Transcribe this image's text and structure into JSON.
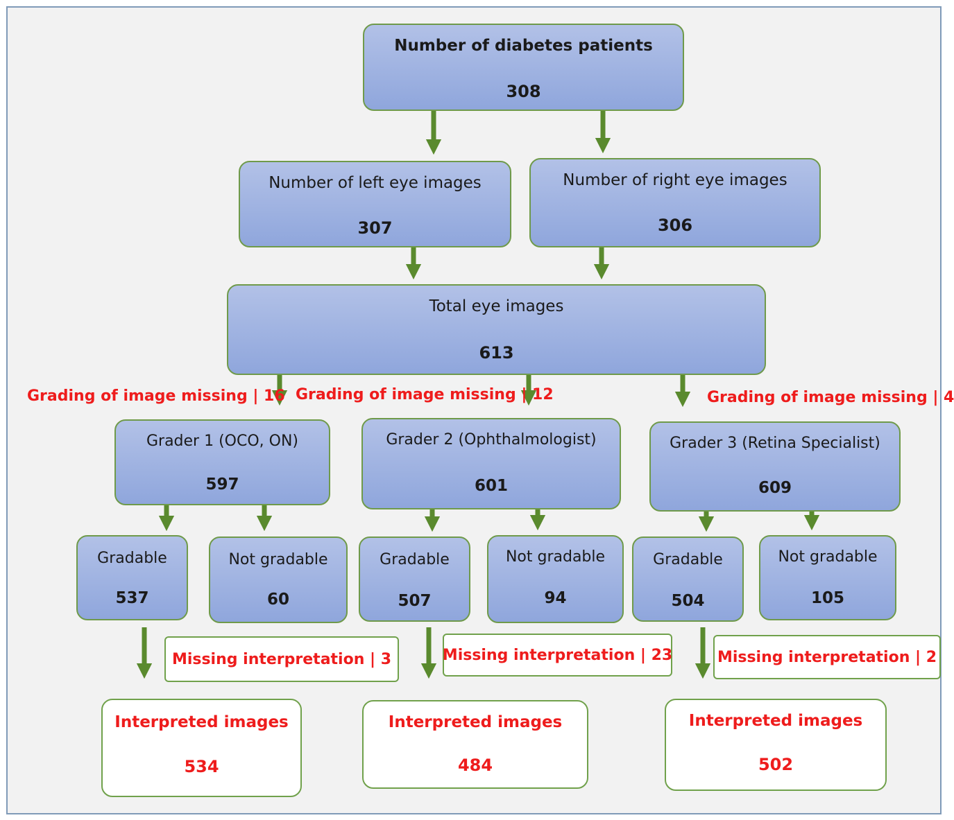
{
  "top": {
    "label": "Number of diabetes patients",
    "value": "308"
  },
  "left_eye": {
    "label": "Number of left eye images",
    "value": "307"
  },
  "right_eye": {
    "label": "Number of right eye images",
    "value": "306"
  },
  "total": {
    "label": "Total eye images",
    "value": "613"
  },
  "graders": [
    {
      "label": "Grader 1 (OCO, ON)",
      "value": "597",
      "missing_grading": "Grading of image missing | 16",
      "gradable_label": "Gradable",
      "gradable": "537",
      "not_gradable_label": "Not gradable",
      "not_gradable": "60",
      "missing_interp": "Missing interpretation | 3",
      "interpreted_label": "Interpreted images",
      "interpreted": "534"
    },
    {
      "label": "Grader 2 (Ophthalmologist)",
      "value": "601",
      "missing_grading": "Grading of image missing | 12",
      "gradable_label": "Gradable",
      "gradable": "507",
      "not_gradable_label": "Not gradable",
      "not_gradable": "94",
      "missing_interp": "Missing interpretation | 23",
      "interpreted_label": "Interpreted images",
      "interpreted": "484"
    },
    {
      "label": "Grader 3 (Retina Specialist)",
      "value": "609",
      "missing_grading": "Grading of image missing | 4",
      "gradable_label": "Gradable",
      "gradable": "504",
      "not_gradable_label": "Not gradable",
      "not_gradable": "105",
      "missing_interp": "Missing interpretation | 2",
      "interpreted_label": "Interpreted images",
      "interpreted": "502"
    }
  ],
  "colors": {
    "arrow": "#5a8a2e",
    "box_fill": "#9fb3e2",
    "border": "#6f9a4a",
    "highlight_text": "#ee1c1c"
  }
}
